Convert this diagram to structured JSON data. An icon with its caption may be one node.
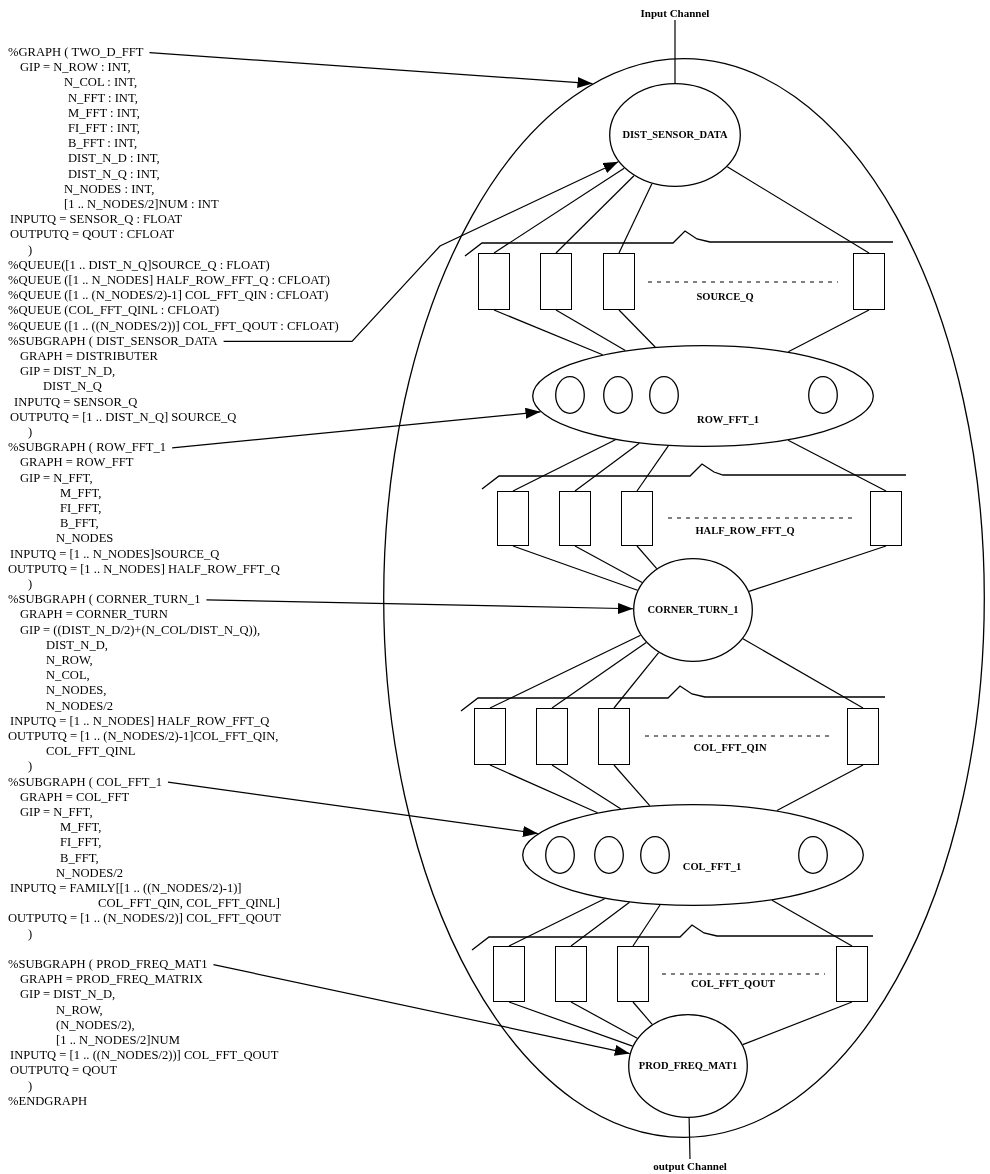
{
  "diagram": {
    "nodes": [
      {
        "text": [
          "%GRAPH ( TWO_D_FFT",
          "GIP = N_ROW : INT,",
          "N_COL : INT,",
          "N_FFT : INT,",
          "M_FFT : INT,",
          "FI_FFT : INT,",
          "B_FFT : INT,",
          "DIST_N_D : INT,",
          "DIST_N_Q : INT,",
          "N_NODES : INT,",
          "[1 .. N_NODES/2]NUM : INT",
          "INPUTQ = SENSOR_Q : FLOAT",
          "OUTPUTQ = QOUT : CFLOAT",
          ")",
          "%QUEUE([1 .. DIST_N_Q]SOURCE_Q : FLOAT)",
          "%QUEUE ([1 .. N_NODES] HALF_ROW_FFT_Q : CFLOAT)",
          "%QUEUE ([1 .. (N_NODES/2)-1] COL_FFT_QIN : CFLOAT)",
          "%QUEUE (COL_FFT_QINL : CFLOAT)",
          "%QUEUE ([1 .. ((N_NODES/2))] COL_FFT_QOUT : CFLOAT)"
        ]
      },
      {
        "text": [
          "%SUBGRAPH ( DIST_SENSOR_DATA",
          "GRAPH = DISTRIBUTER",
          "GIP = DIST_N_D,",
          "DIST_N_Q",
          "INPUTQ = SENSOR_Q",
          "OUTPUTQ = [1 .. DIST_N_Q] SOURCE_Q",
          ")"
        ]
      },
      {
        "text": [
          "%SUBGRAPH ( ROW_FFT_1",
          "GRAPH = ROW_FFT",
          "GIP = N_FFT,",
          "M_FFT,",
          "FI_FFT,",
          "B_FFT,",
          "N_NODES",
          "INPUTQ = [1 .. N_NODES]SOURCE_Q",
          "OUTPUTQ = [1 .. N_NODES] HALF_ROW_FFT_Q",
          ")"
        ]
      },
      {
        "text": [
          "%SUBGRAPH ( CORNER_TURN_1",
          "GRAPH = CORNER_TURN",
          "GIP = ((DIST_N_D/2)+(N_COL/DIST_N_Q)),",
          "DIST_N_D,",
          "N_ROW,",
          "N_COL,",
          "N_NODES,",
          "N_NODES/2",
          "INPUTQ = [1 .. N_NODES] HALF_ROW_FFT_Q",
          "OUTPUTQ = [1 .. (N_NODES/2)-1]COL_FFT_QIN,",
          "COL_FFT_QINL",
          ")"
        ]
      },
      {
        "text": [
          "%SUBGRAPH ( COL_FFT_1",
          "GRAPH = COL_FFT",
          "GIP = N_FFT,",
          "M_FFT,",
          "FI_FFT,",
          "B_FFT,",
          "N_NODES/2",
          "INPUTQ = FAMILY[[1 .. ((N_NODES/2)-1)]",
          "COL_FFT_QIN, COL_FFT_QINL]",
          "OUTPUTQ = [1 .. (N_NODES/2)] COL_FFT_QOUT",
          ")"
        ]
      },
      {
        "text": [
          "%SUBGRAPH ( PROD_FREQ_MAT1",
          "GRAPH = PROD_FREQ_MATRIX",
          "GIP = DIST_N_D,",
          "N_ROW,",
          "(N_NODES/2),",
          "[1 .. N_NODES/2]NUM",
          "INPUTQ = [1 .. ((N_NODES/2))] COL_FFT_QOUT",
          "OUTPUTQ = QOUT",
          ")"
        ]
      },
      {
        "text": [
          "Input Channel"
        ]
      },
      {
        "text": [],
        "shape": "ellipse"
      },
      {
        "text": [
          "DIST_SENSOR_DATA"
        ],
        "in": 7
      },
      {
        "text": [
          "SOURCE_Q"
        ],
        "in": 7
      },
      {
        "text": [],
        "shape": "box",
        "in": 9
      },
      {
        "text": [],
        "shape": "box",
        "in": 9
      },
      {
        "text": [],
        "shape": "box",
        "in": 9
      },
      {
        "text": [],
        "shape": "box",
        "in": 9
      },
      {
        "text": [
          "ROW_FFT_1"
        ],
        "in": 7
      },
      {
        "text": [],
        "shape": "circle",
        "in": 14
      },
      {
        "text": [],
        "shape": "circle",
        "in": 14
      },
      {
        "text": [],
        "shape": "circle",
        "in": 14
      },
      {
        "text": [],
        "shape": "circle",
        "in": 14
      },
      {
        "text": [
          "HALF_ROW_FFT_Q"
        ],
        "in": 7
      },
      {
        "text": [],
        "shape": "box",
        "in": 19
      },
      {
        "text": [],
        "shape": "box",
        "in": 19
      },
      {
        "text": [],
        "shape": "box",
        "in": 19
      },
      {
        "text": [],
        "shape": "box",
        "in": 19
      },
      {
        "text": [
          "CORNER_TURN_1"
        ],
        "in": 7
      },
      {
        "text": [
          "COL_FFT_QIN"
        ],
        "in": 7
      },
      {
        "text": [],
        "shape": "box",
        "in": 25
      },
      {
        "text": [],
        "shape": "box",
        "in": 25
      },
      {
        "text": [],
        "shape": "box",
        "in": 25
      },
      {
        "text": [],
        "shape": "box",
        "in": 25
      },
      {
        "text": [
          "COL_FFT_1"
        ],
        "in": 7
      },
      {
        "text": [],
        "shape": "circle",
        "in": 30
      },
      {
        "text": [],
        "shape": "circle",
        "in": 30
      },
      {
        "text": [],
        "shape": "circle",
        "in": 30
      },
      {
        "text": [],
        "shape": "circle",
        "in": 30
      },
      {
        "text": [
          "COL_FFT_QOUT"
        ],
        "in": 7
      },
      {
        "text": [],
        "shape": "box",
        "in": 35
      },
      {
        "text": [],
        "shape": "box",
        "in": 35
      },
      {
        "text": [],
        "shape": "box",
        "in": 35
      },
      {
        "text": [],
        "shape": "box",
        "in": 35
      },
      {
        "text": [
          "PROD_FREQ_MAT1"
        ],
        "in": 7
      },
      {
        "text": [
          "output Channel"
        ]
      }
    ],
    "edges": [
      {
        "from": 0,
        "to": 7,
        "arrow": "to"
      },
      {
        "from": 1,
        "to": 8,
        "arrow": "to"
      },
      {
        "from": 2,
        "to": 14,
        "arrow": "to"
      },
      {
        "from": 3,
        "to": 24,
        "arrow": "to"
      },
      {
        "from": 4,
        "to": 30,
        "arrow": "to"
      },
      {
        "from": 5,
        "to": 40,
        "arrow": "to"
      },
      {
        "from": 6,
        "to": 8,
        "arrow": "none"
      },
      {
        "from": 8,
        "to": 10,
        "arrow": "none"
      },
      {
        "from": 8,
        "to": 11,
        "arrow": "none"
      },
      {
        "from": 8,
        "to": 12,
        "arrow": "none"
      },
      {
        "from": 8,
        "to": 13,
        "arrow": "none"
      },
      {
        "from": 10,
        "to": 14,
        "arrow": "none"
      },
      {
        "from": 11,
        "to": 14,
        "arrow": "none"
      },
      {
        "from": 12,
        "to": 14,
        "arrow": "none"
      },
      {
        "from": 13,
        "to": 14,
        "arrow": "none"
      },
      {
        "from": 14,
        "to": 20,
        "arrow": "none"
      },
      {
        "from": 14,
        "to": 21,
        "arrow": "none"
      },
      {
        "from": 14,
        "to": 22,
        "arrow": "none"
      },
      {
        "from": 14,
        "to": 23,
        "arrow": "none"
      },
      {
        "from": 20,
        "to": 24,
        "arrow": "none"
      },
      {
        "from": 21,
        "to": 24,
        "arrow": "none"
      },
      {
        "from": 22,
        "to": 24,
        "arrow": "none"
      },
      {
        "from": 23,
        "to": 24,
        "arrow": "none"
      },
      {
        "from": 24,
        "to": 26,
        "arrow": "none"
      },
      {
        "from": 24,
        "to": 27,
        "arrow": "none"
      },
      {
        "from": 24,
        "to": 28,
        "arrow": "none"
      },
      {
        "from": 24,
        "to": 29,
        "arrow": "none"
      },
      {
        "from": 26,
        "to": 30,
        "arrow": "none"
      },
      {
        "from": 27,
        "to": 30,
        "arrow": "none"
      },
      {
        "from": 28,
        "to": 30,
        "arrow": "none"
      },
      {
        "from": 29,
        "to": 30,
        "arrow": "none"
      },
      {
        "from": 30,
        "to": 36,
        "arrow": "none"
      },
      {
        "from": 30,
        "to": 37,
        "arrow": "none"
      },
      {
        "from": 30,
        "to": 38,
        "arrow": "none"
      },
      {
        "from": 30,
        "to": 39,
        "arrow": "none"
      },
      {
        "from": 36,
        "to": 40,
        "arrow": "none"
      },
      {
        "from": 37,
        "to": 40,
        "arrow": "none"
      },
      {
        "from": 38,
        "to": 40,
        "arrow": "none"
      },
      {
        "from": 39,
        "to": 40,
        "arrow": "none"
      },
      {
        "from": 40,
        "to": 41,
        "arrow": "none"
      }
    ],
    "labels": [
      "%ENDGRAPH"
    ]
  }
}
